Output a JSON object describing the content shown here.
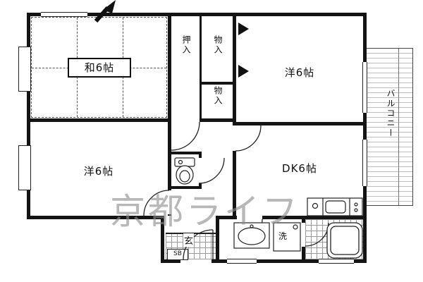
{
  "plan": {
    "watermark": "京都ライフ",
    "rooms": {
      "washitsu": "和6帖",
      "western_top": "洋6帖",
      "western_left": "洋6帖",
      "dk": "DK6帖"
    },
    "closets": {
      "oshiire": "押入",
      "monoire_upper": "物入",
      "monoire_lower": "物入"
    },
    "balcony": "バルコニー",
    "entrance": "玄",
    "shoe_box": "SB",
    "washer": "洗"
  },
  "colors": {
    "wall": "#141414",
    "symbol_line": "#222222",
    "tile_line": "#9a9a9a",
    "watermark": "#8e8e8e"
  }
}
